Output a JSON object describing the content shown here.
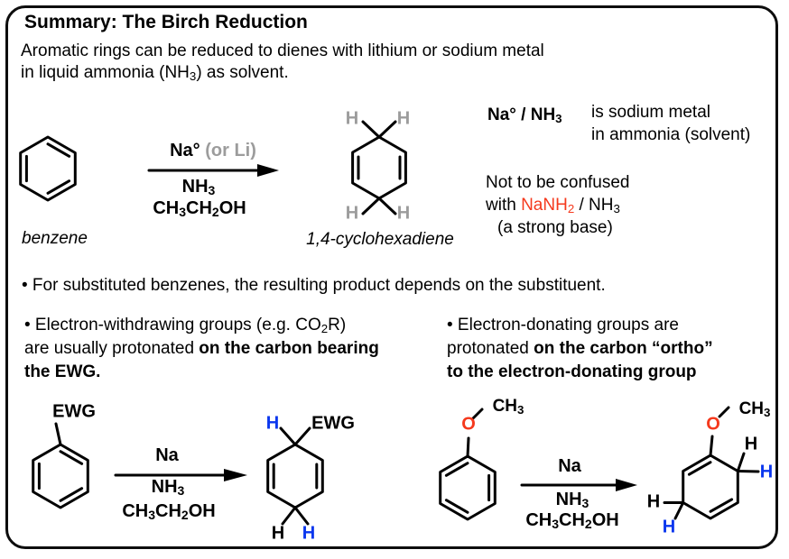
{
  "colors": {
    "red": "#f5391d",
    "blue": "#0a36ee",
    "gray": "#9c9c9c",
    "ink": "#000000"
  },
  "title": "Summary: The Birch Reduction",
  "intro": {
    "line1": "Aromatic rings can be reduced to dienes with lithium or sodium metal",
    "line2": "in liquid ammonia (NH[3]) as solvent."
  },
  "atoms": {
    "h": "H",
    "o": "O",
    "methyl": "CH[3]",
    "ewg": "EWG"
  },
  "scheme1": {
    "reactant_label": "benzene",
    "product_label": "1,4-cyclohexadiene",
    "reagent_primary": "Na°",
    "reagent_alt": " (or Li)",
    "nh3": "NH[3]",
    "etoh": "CH[3]CH[2]OH"
  },
  "note": {
    "formula": "Na° / NH[3]",
    "desc1": "is sodium metal",
    "desc2": "in ammonia (solvent)",
    "warn1": "Not to be confused",
    "warn2_prefix": "with ",
    "warn2_red": "NaNH[2]",
    "warn2_suffix": " / NH[3]",
    "warn3": "(a strong base)"
  },
  "bullets": {
    "general": "• For substituted benzenes, the resulting product depends on the substituent.",
    "ewg": {
      "line1": "• Electron-withdrawing groups (e.g. CO[2]R)",
      "line2_normal": "are usually protonated ",
      "line2_bold": "on the carbon bearing",
      "line3_bold": "the EWG."
    },
    "edg": {
      "line1": "• Electron-donating groups are",
      "line2_normal": "protonated ",
      "line2_bold": "on the carbon “ortho”",
      "line3_bold": "to the electron-donating group"
    }
  },
  "scheme2": {
    "na": "Na",
    "nh3": "NH[3]",
    "etoh": "CH[3]CH[2]OH"
  },
  "scheme3": {
    "na": "Na",
    "nh3": "NH[3]",
    "etoh": "CH[3]CH[2]OH"
  }
}
